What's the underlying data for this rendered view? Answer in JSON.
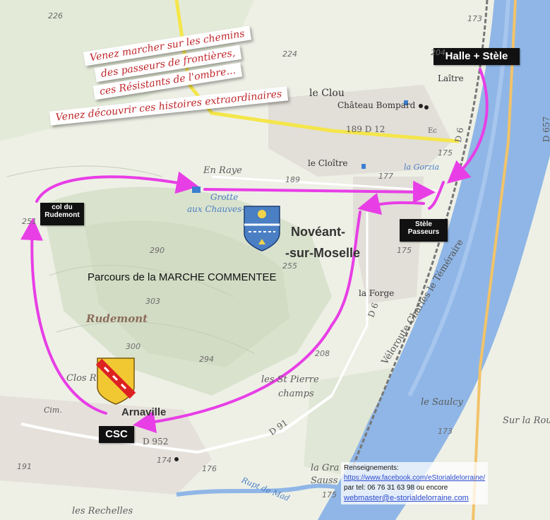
{
  "slogans": [
    "Venez marcher sur les chemins",
    "des passeurs de frontières,",
    "ces Résistants de l'ombre...",
    "Venez découvrir ces histoires extraordinaires"
  ],
  "markers": {
    "halle": "Halle + Stèle",
    "col_line1": "col du",
    "col_line2": "Rudemont",
    "stele_line1": "Stèle",
    "stele_line2": "Passeurs",
    "csc": "CSC"
  },
  "route_title": "Parcours de la MARCHE COMMENTEE",
  "towns": {
    "noveant_line1": "Novéant-",
    "noveant_line2": "-sur-Moselle",
    "arnaville": "Arnaville"
  },
  "places": {
    "en_raye": "En Raye",
    "grotte": "Grotte",
    "aux_chauves": "aux Chauves-",
    "rudemont": "Rudemont",
    "le_clou": "le Clou",
    "chateau": "Château Bompard",
    "laitre": "Laître",
    "le_cloitre": "le Cloître",
    "la_gorzia": "la Gorzia",
    "la_forge": "la Forge",
    "les_st_pierre": "les St Pierre",
    "champs": "champs",
    "clos_r": "Clos R",
    "cim": "Cim.",
    "le_saulcy": "le Saulcy",
    "sur_la_rou": "Sur la Rou",
    "la_gra": "la Gra",
    "sauss": "Sauss",
    "les_rechelles": "les Rechelles",
    "rupt_de_mad": "Rupt de Mad",
    "veloroute": "Véloroute Charles le Téméraire",
    "d6": "D 6",
    "d6b": "D 6",
    "d12": "189  D 12",
    "d91": "D 91",
    "d952": "D 952",
    "d657": "D 657",
    "ec": "Ec"
  },
  "numbers": [
    "226",
    "224",
    "204",
    "173",
    "175",
    "177",
    "189",
    "251",
    "290",
    "303",
    "255",
    "175",
    "294",
    "300",
    "208",
    "173",
    "174",
    "176",
    "191",
    "175"
  ],
  "info": {
    "title": "Renseignements:",
    "facebook": "https://www.facebook.com/eStorialdelorraine/",
    "phone": "par tel:  06 76 31 63 98    ou encore",
    "email": "webmaster@e-storialdelorraine.com"
  },
  "colors": {
    "route": "#e83ee6",
    "river": "#8fb6e6",
    "road_yellow": "#f4e64a",
    "slogan_text": "#c0262a",
    "marker_bg": "#111111"
  },
  "icons": [
    "noveant-coat-of-arms-icon",
    "arnaville-coat-of-arms-icon",
    "cave-icon"
  ]
}
